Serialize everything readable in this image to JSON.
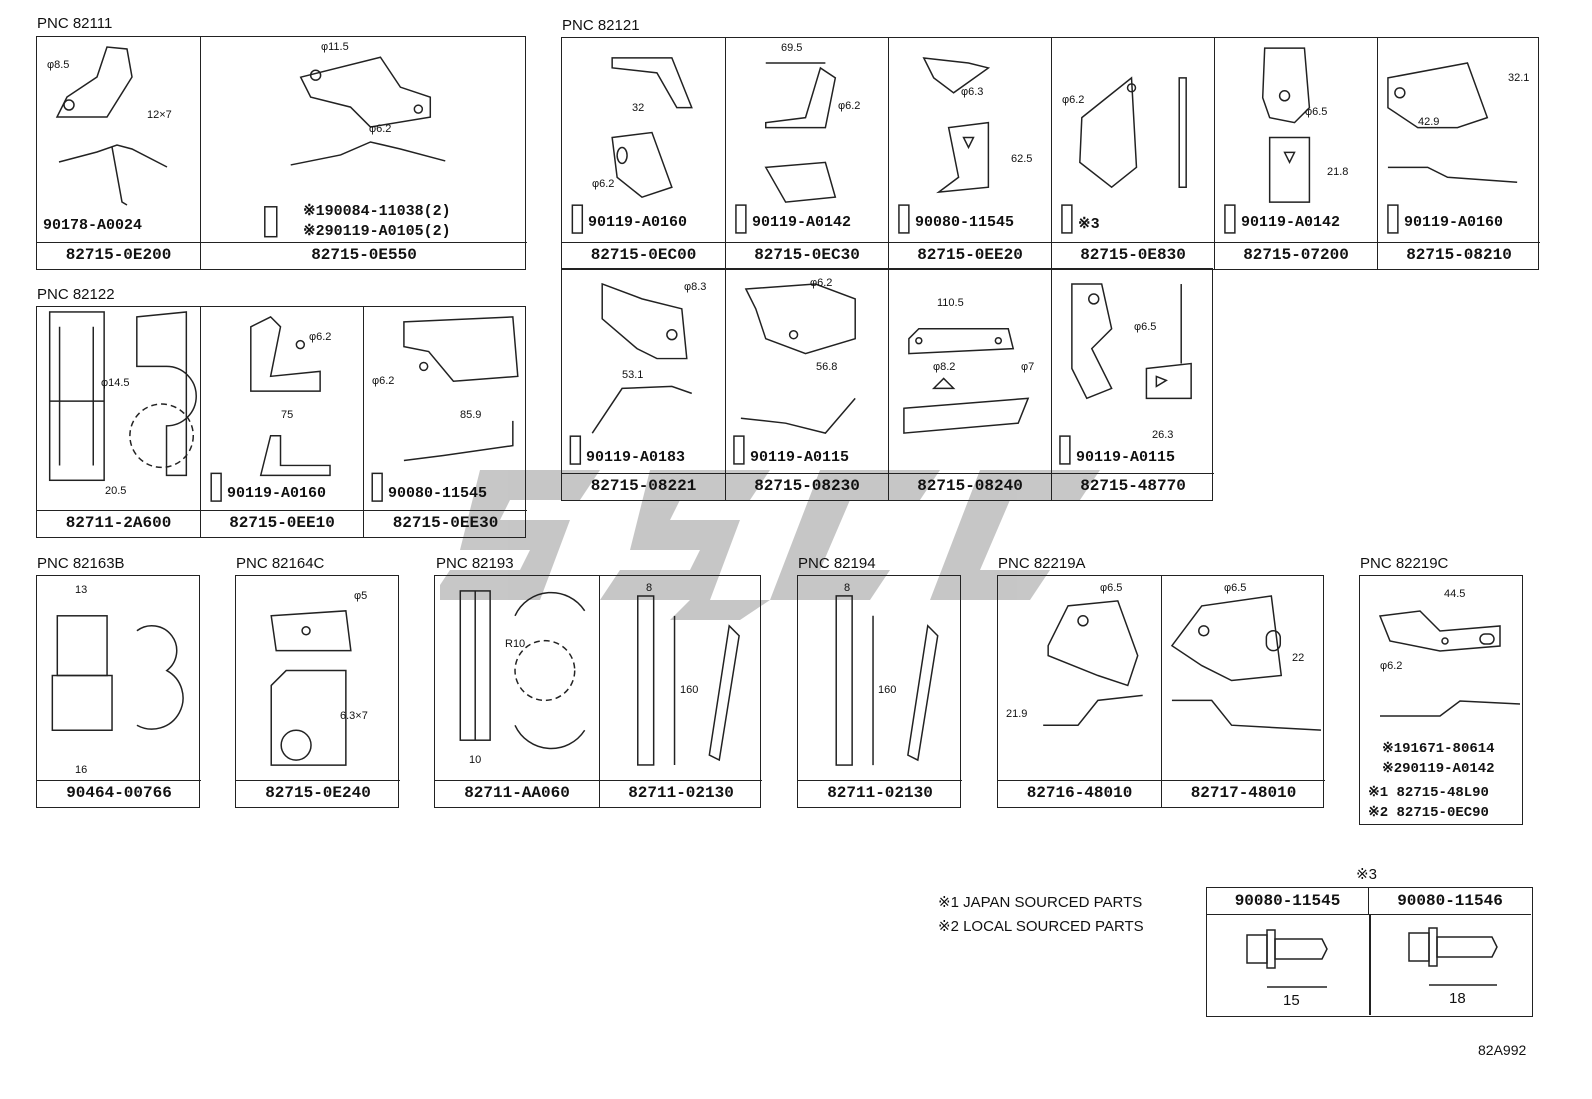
{
  "pnc": {
    "p82111": "PNC 82111",
    "p82121": "PNC 82121",
    "p82122": "PNC 82122",
    "p82163B": "PNC 82163B",
    "p82164C": "PNC 82164C",
    "p82193": "PNC 82193",
    "p82194": "PNC 82194",
    "p82219A": "PNC 82219A",
    "p82219C": "PNC 82219C"
  },
  "parts": {
    "e200": "82715-0E200",
    "e550": "82715-0E550",
    "ec00": "82715-0EC00",
    "ec30": "82715-0EC30",
    "ee20": "82715-0EE20",
    "e830": "82715-0E830",
    "p07200": "82715-07200",
    "p08210": "82715-08210",
    "p2a600": "82711-2A600",
    "ee10": "82715-0EE10",
    "ee30": "82715-0EE30",
    "p08221": "82715-08221",
    "p08230": "82715-08230",
    "p08240": "82715-08240",
    "p48770": "82715-48770",
    "p00766": "90464-00766",
    "e240": "82715-0E240",
    "aa060": "82711-AA060",
    "p02130a": "82711-02130",
    "p02130b": "82711-02130",
    "p48010a": "82716-48010",
    "p48010b": "82717-48010"
  },
  "hardware": {
    "a0024": "90178-A0024",
    "n1_11038": "※190084-11038(2)",
    "n2_a0105": "※290119-A0105(2)",
    "a0160a": "90119-A0160",
    "a0142a": "90119-A0142",
    "b11545a": "90080-11545",
    "mark3": "※3",
    "a0142b": "90119-A0142",
    "a0160b": "90119-A0160",
    "a0160c": "90119-A0160",
    "b11545b": "90080-11545",
    "a0183": "90119-A0183",
    "a0115a": "90119-A0115",
    "a0115b": "90119-A0115",
    "n1_80614": "※191671-80614",
    "n2_a0142": "※290119-A0142",
    "n1_48l90": "※1 82715-48L90",
    "n2_0ec90": "※2 82715-0EC90"
  },
  "dims": {
    "d1": "φ8.5",
    "d2": "12×7",
    "d3": "φ11.5",
    "d4": "φ6.2",
    "d5": "32",
    "d6": "φ6.2",
    "d7": "69.5",
    "d8": "φ6.2",
    "d9": "φ6.3",
    "d10": "62.5",
    "d11": "φ6.2",
    "d12": "φ6.5",
    "d13": "21.8",
    "d14": "32.1",
    "d15": "42.9",
    "d16": "φ14.5",
    "d17": "20.5",
    "d18": "φ6.2",
    "d19": "75",
    "d20": "φ6.2",
    "d21": "85.9",
    "d22": "φ8.3",
    "d23": "53.1",
    "d24": "φ6.2",
    "d25": "56.8",
    "d26": "110.5",
    "d27": "φ8.2",
    "d28": "φ7",
    "d29": "φ6.5",
    "d30": "26.3",
    "d31": "13",
    "d32": "16",
    "d33": "φ5",
    "d34": "6.3×7",
    "d35": "R10",
    "d36": "10",
    "d37": "8",
    "d38": "160",
    "d39": "8",
    "d40": "160",
    "d41": "φ6.5",
    "d42": "21.9",
    "d43": "φ6.5",
    "d44": "22",
    "d45": "44.5",
    "d46": "φ6.2"
  },
  "notes": {
    "n1": "※1 JAPAN SOURCED PARTS",
    "n2": "※2 LOCAL SOURCED PARTS",
    "mark3": "※3",
    "b1": "90080-11545",
    "b2": "90080-11546",
    "len1": "15",
    "len2": "18",
    "figure_id": "82A992"
  },
  "colors": {
    "line": "#222222",
    "watermark": "#b4b4b4"
  }
}
